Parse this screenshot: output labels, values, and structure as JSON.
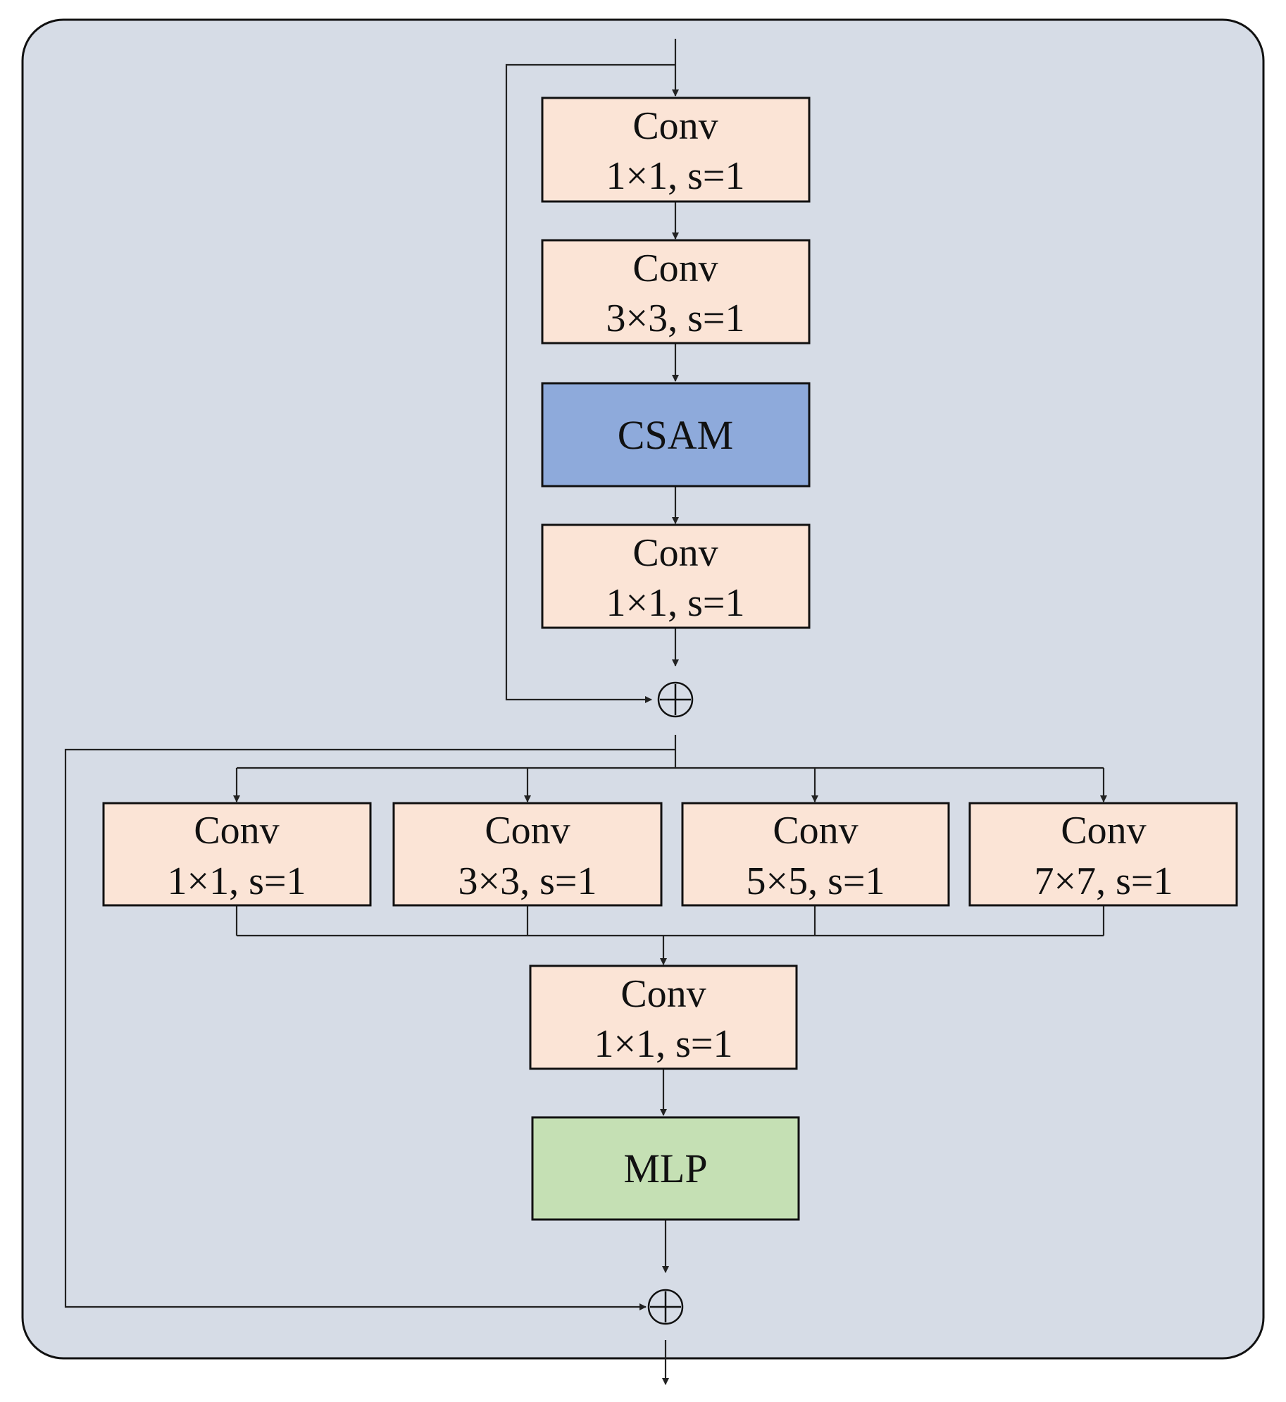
{
  "colors": {
    "background_panel": "#d6dce6",
    "conv_fill": "#fbe4d6",
    "csam_fill": "#8eaadb",
    "mlp_fill": "#c5e0b4",
    "line": "#222222"
  },
  "blocks": {
    "conv1": {
      "title": "Conv",
      "sub": "1×1, s=1"
    },
    "conv2": {
      "title": "Conv",
      "sub": "3×3, s=1"
    },
    "csam": {
      "title": "CSAM"
    },
    "conv3": {
      "title": "Conv",
      "sub": "1×1, s=1"
    },
    "branch_a": {
      "title": "Conv",
      "sub": "1×1, s=1"
    },
    "branch_b": {
      "title": "Conv",
      "sub": "3×3, s=1"
    },
    "branch_c": {
      "title": "Conv",
      "sub": "5×5, s=1"
    },
    "branch_d": {
      "title": "Conv",
      "sub": "7×7, s=1"
    },
    "fuse_conv": {
      "title": "Conv",
      "sub": "1×1, s=1"
    },
    "mlp": {
      "title": "MLP"
    }
  },
  "operators": {
    "add": "⊕"
  }
}
